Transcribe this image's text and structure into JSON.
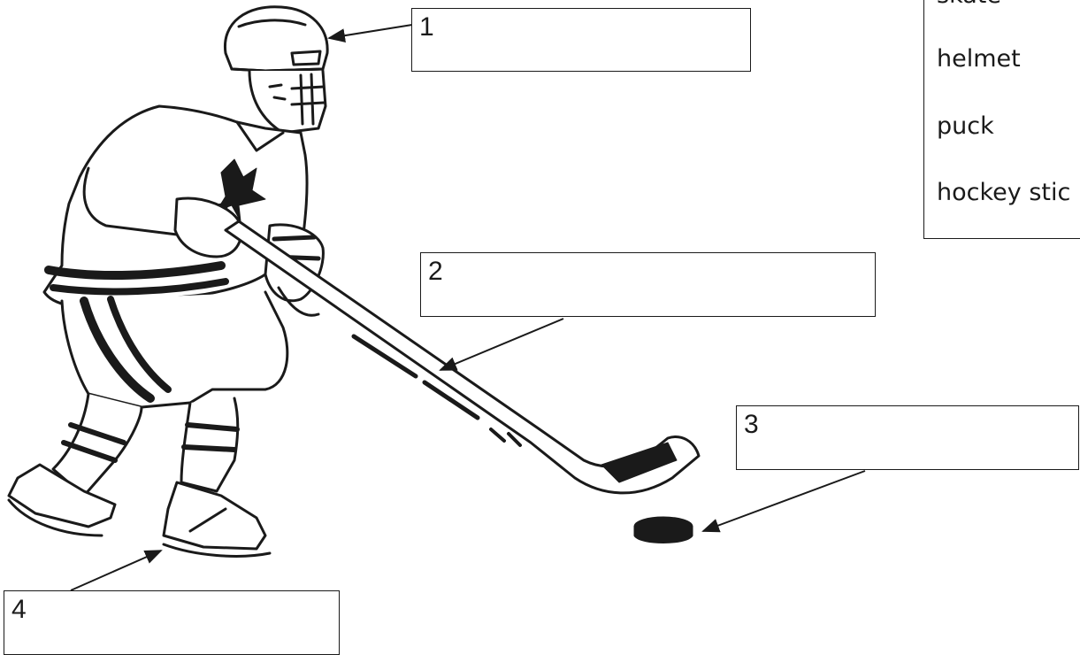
{
  "labels": [
    {
      "number": "1"
    },
    {
      "number": "2"
    },
    {
      "number": "3"
    },
    {
      "number": "4"
    }
  ],
  "word_bank": {
    "words": [
      "skate",
      "helmet",
      "puck",
      "hockey stic"
    ]
  },
  "illustration": {
    "subject": "hockey player",
    "colors": {
      "line": "#1a1a1a",
      "fill": "#ffffff"
    }
  }
}
